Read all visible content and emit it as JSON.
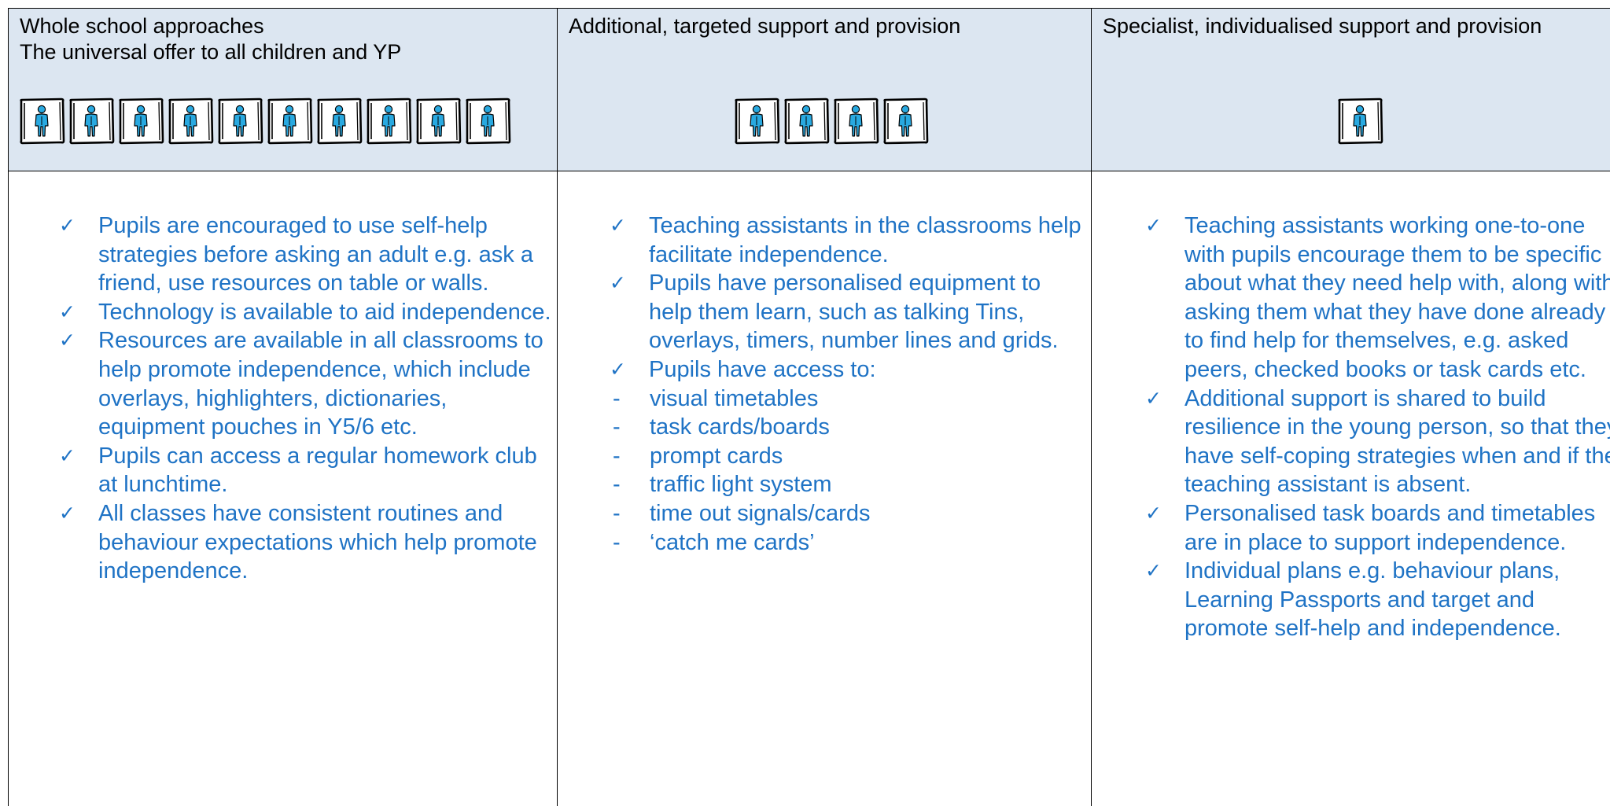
{
  "columns": [
    {
      "title_lines": [
        "Whole school approaches",
        "The universal offer to all children and YP"
      ],
      "icon": "person-icon",
      "icon_count": 10,
      "items": [
        {
          "text": "Pupils are encouraged to use self-help strategies before asking an adult e.g. ask a friend, use resources on table or walls."
        },
        {
          "text": "Technology is available to aid independence."
        },
        {
          "text": "Resources are available in all classrooms to help promote independence, which include overlays, highlighters, dictionaries, equipment pouches in Y5/6 etc."
        },
        {
          "text": "Pupils can access a regular homework club at lunchtime."
        },
        {
          "text": "All classes have consistent routines and behaviour expectations which help promote independence."
        }
      ]
    },
    {
      "title_lines": [
        "Additional, targeted support and provision"
      ],
      "icon": "person-icon",
      "icon_count": 4,
      "items": [
        {
          "text": "Teaching assistants in the classrooms help facilitate independence."
        },
        {
          "text": "Pupils have personalised equipment to help them learn, such as talking Tins, overlays, timers, number lines and grids."
        },
        {
          "text": "Pupils have access to:",
          "sub_items": [
            "visual timetables",
            "task cards/boards",
            "prompt cards",
            "traffic light system",
            "time out signals/cards",
            "‘catch me cards’"
          ]
        }
      ]
    },
    {
      "title_lines": [
        "Specialist, individualised support and provision"
      ],
      "icon": "person-icon",
      "icon_count": 1,
      "items": [
        {
          "text": "Teaching assistants working one-to-one with pupils encourage them to be specific about what they need help with, along with asking them what they have done already to find help for themselves, e.g. asked peers, checked books or task cards etc."
        },
        {
          "text": "Additional support is shared to build resilience in the young person, so that they have self-coping strategies when and if the teaching assistant is absent."
        },
        {
          "text": "Personalised task boards and timetables are in place to support independence."
        },
        {
          "text": "Individual plans e.g. behaviour plans, Learning Passports and target and promote self-help and independence."
        }
      ]
    }
  ],
  "check_glyph": "✓",
  "dash_glyph": "-",
  "colors": {
    "header_bg": "#dce6f1",
    "item_text": "#1f73c5",
    "person_fill": "#29a9e0"
  }
}
